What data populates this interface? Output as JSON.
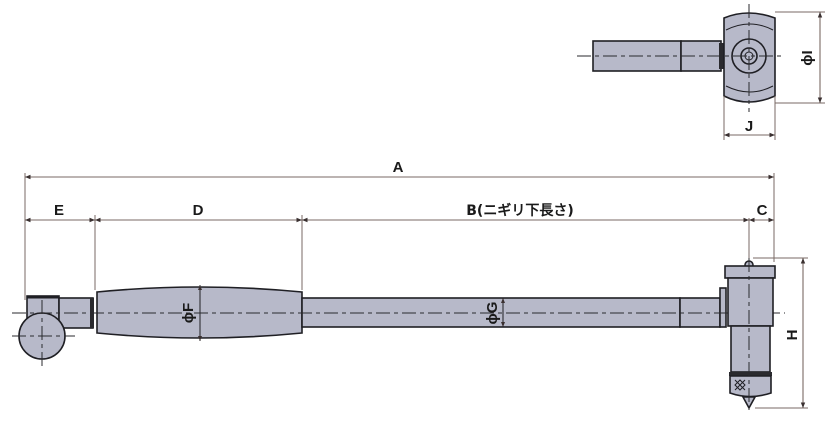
{
  "drawing": {
    "title": "Cylinder gauge dimension drawing",
    "colors": {
      "body": "#b7b9c9",
      "outline": "#1f1f24",
      "dimension_line": "#7a6a64",
      "background": "#ffffff"
    },
    "dimensions": {
      "A": "A",
      "B": "B(ニギリ下長さ)",
      "C": "C",
      "D": "D",
      "E": "E",
      "F": "ϕF",
      "G": "ϕG",
      "H": "H",
      "I": "ϕI",
      "J": "J"
    },
    "views": {
      "main": "Side view",
      "detail": "Head top view"
    }
  }
}
